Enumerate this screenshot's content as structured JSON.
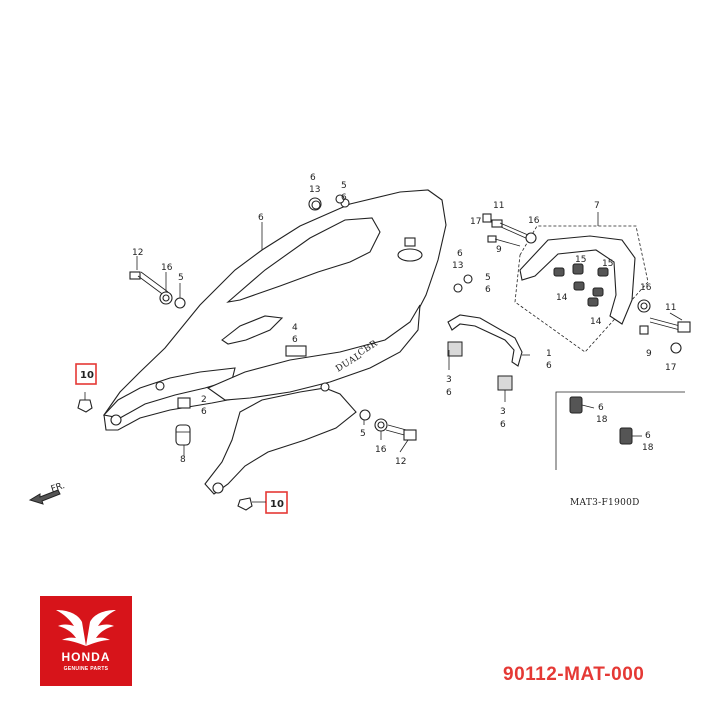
{
  "diagram": {
    "reference_code": "MAT3-F1900D",
    "front_label": "FR.",
    "highlight_color": "#e53935",
    "callouts": {
      "c6_top": "6",
      "c13_top": "13",
      "c5_top": "5",
      "c6_top2": "6",
      "c6_cowl": "6",
      "c12_left": "12",
      "c16_left": "16",
      "c5_left": "5",
      "c4_center": "4",
      "c6_center": "6",
      "c2_left": "2",
      "c6_left2": "6",
      "c8_left": "8",
      "c5_bottom": "5",
      "c16_bottom": "16",
      "c12_bottom": "12",
      "c11_top": "11",
      "c16_top": "16",
      "c17_top": "17",
      "c9_top": "9",
      "c7_rail": "7",
      "c6_mid": "6",
      "c13_mid": "13",
      "c5_mid": "5",
      "c6_mid2": "6",
      "c15_a": "15",
      "c15_b": "15",
      "c14_a": "14",
      "c14_b": "14",
      "c16_right": "16",
      "c11_right": "11",
      "c9_right": "9",
      "c17_right": "17",
      "c1_grip": "1",
      "c6_grip": "6",
      "c3_a": "3",
      "c6_3a": "6",
      "c3_b": "3",
      "c6_3b": "6",
      "c6_box1": "6",
      "c18_box1": "18",
      "c6_box2": "6",
      "c18_box2": "18",
      "highlight_left": "10",
      "highlight_bottom": "10"
    }
  },
  "logo": {
    "brand": "HONDA",
    "tagline": "GENUINE PARTS",
    "color": "#d7141a"
  },
  "part_number": "90112-MAT-000"
}
